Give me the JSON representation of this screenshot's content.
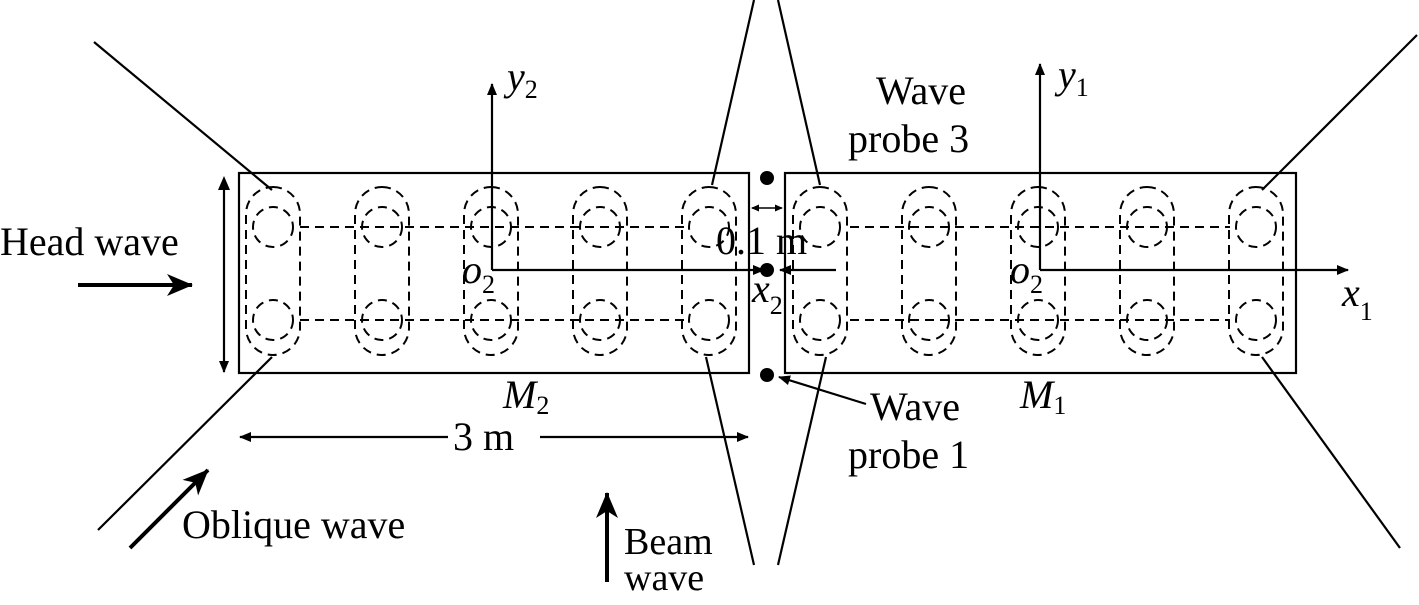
{
  "labels": {
    "head_wave": "Head wave",
    "oblique_wave": "Oblique wave",
    "beam_wave_line1": "Beam",
    "beam_wave_line2": "wave",
    "wave_probe_3_line1": "Wave",
    "wave_probe_3_line2": "probe 3",
    "wave_probe_1_line1": "Wave",
    "wave_probe_1_line2": "probe 1",
    "gap": "0.1 m",
    "length": "3 m",
    "module_1": "M",
    "module_1_sub": "1",
    "module_2": "M",
    "module_2_sub": "2",
    "x1": "x",
    "x1_sub": "1",
    "y1": "y",
    "y1_sub": "1",
    "o1": "o",
    "o1_sub": "2",
    "x2": "x",
    "x2_sub": "2",
    "y2": "y",
    "y2_sub": "2",
    "o2": "o",
    "o2_sub": "2"
  }
}
